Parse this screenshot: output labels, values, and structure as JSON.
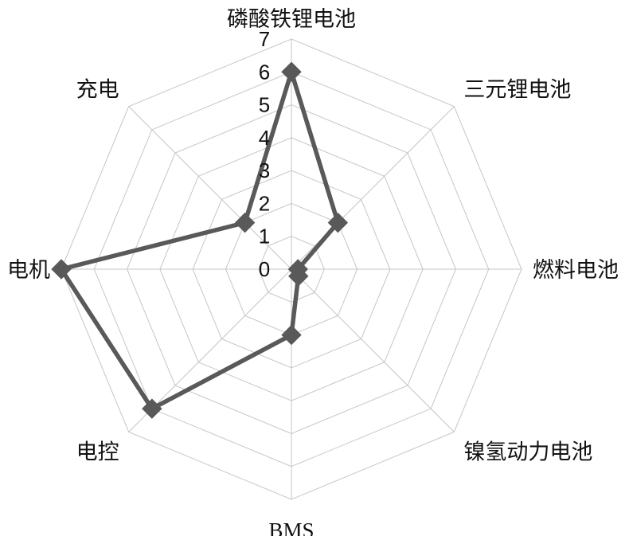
{
  "chart_data": {
    "type": "radar",
    "categories": [
      "磷酸铁锂电池",
      "三元锂电池",
      "燃料电池",
      "镍氢动力电池",
      "BMS",
      "电控",
      "电机",
      "充电"
    ],
    "series": [
      {
        "values": [
          6,
          2,
          0.2,
          0.3,
          2,
          6,
          7,
          2
        ]
      }
    ],
    "rlim": [
      0,
      7
    ],
    "ticks": [
      "0",
      "1",
      "2",
      "3",
      "4",
      "5",
      "6",
      "7"
    ],
    "grid": true,
    "legend": false,
    "colors": {
      "series": "#595959",
      "grid": "#c6c6c6",
      "text": "#111111"
    }
  }
}
